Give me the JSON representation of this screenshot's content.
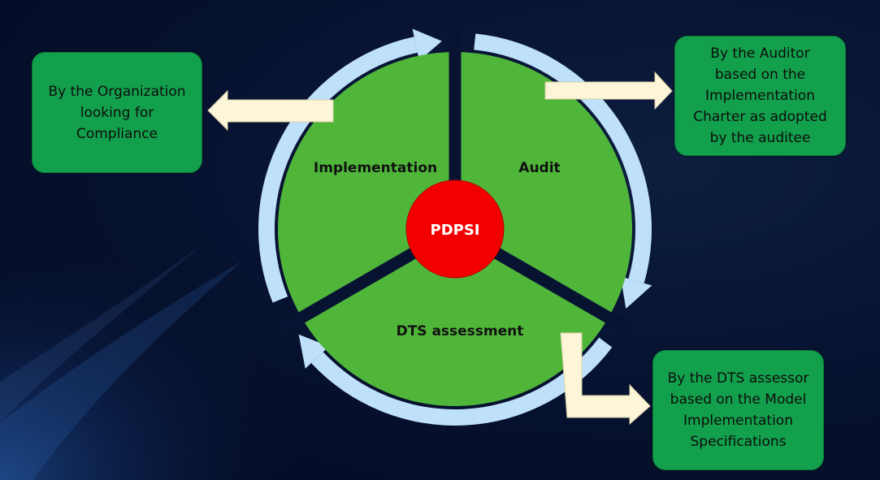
{
  "diagram": {
    "center_label": "PDPSI",
    "segments": [
      {
        "id": "implementation",
        "label": "Implementation"
      },
      {
        "id": "audit",
        "label": "Audit"
      },
      {
        "id": "dts",
        "label": "DTS assessment"
      }
    ],
    "boxes": {
      "organization": [
        "By the Organization",
        "looking for",
        "Compliance"
      ],
      "auditor": [
        "By the Auditor",
        "based on the",
        "Implementation",
        "Charter as adopted",
        "by the auditee"
      ],
      "dts_assessor": [
        "By the DTS assessor",
        "based on the Model",
        "Implementation",
        "Specifications"
      ]
    },
    "colors": {
      "segment_fill": "#50b63a",
      "center_fill": "#f20000",
      "ring": "#bfe0fb",
      "callout_arrow": "#fcf5d8",
      "box_fill": "#13a04c",
      "background": "#071331"
    }
  }
}
